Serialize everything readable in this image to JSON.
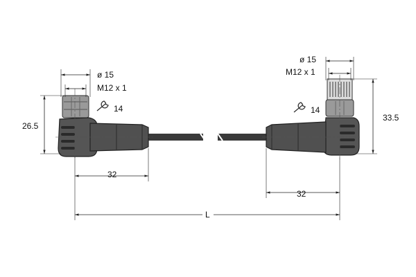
{
  "left_connector": {
    "diameter_label": "ø 15",
    "thread_label": "M12 x 1",
    "wrench_label": "14",
    "height_label": "26.5",
    "length_label": "32"
  },
  "right_connector": {
    "diameter_label": "ø 15",
    "thread_label": "M12 x 1",
    "wrench_label": "14",
    "height_label": "33.5",
    "length_label": "32"
  },
  "overall": {
    "length_label": "L"
  },
  "colors": {
    "body": "#555555",
    "body_dark": "#2f2f2f",
    "nut": "#9a9a9a",
    "cable": "#3a3a3a"
  }
}
